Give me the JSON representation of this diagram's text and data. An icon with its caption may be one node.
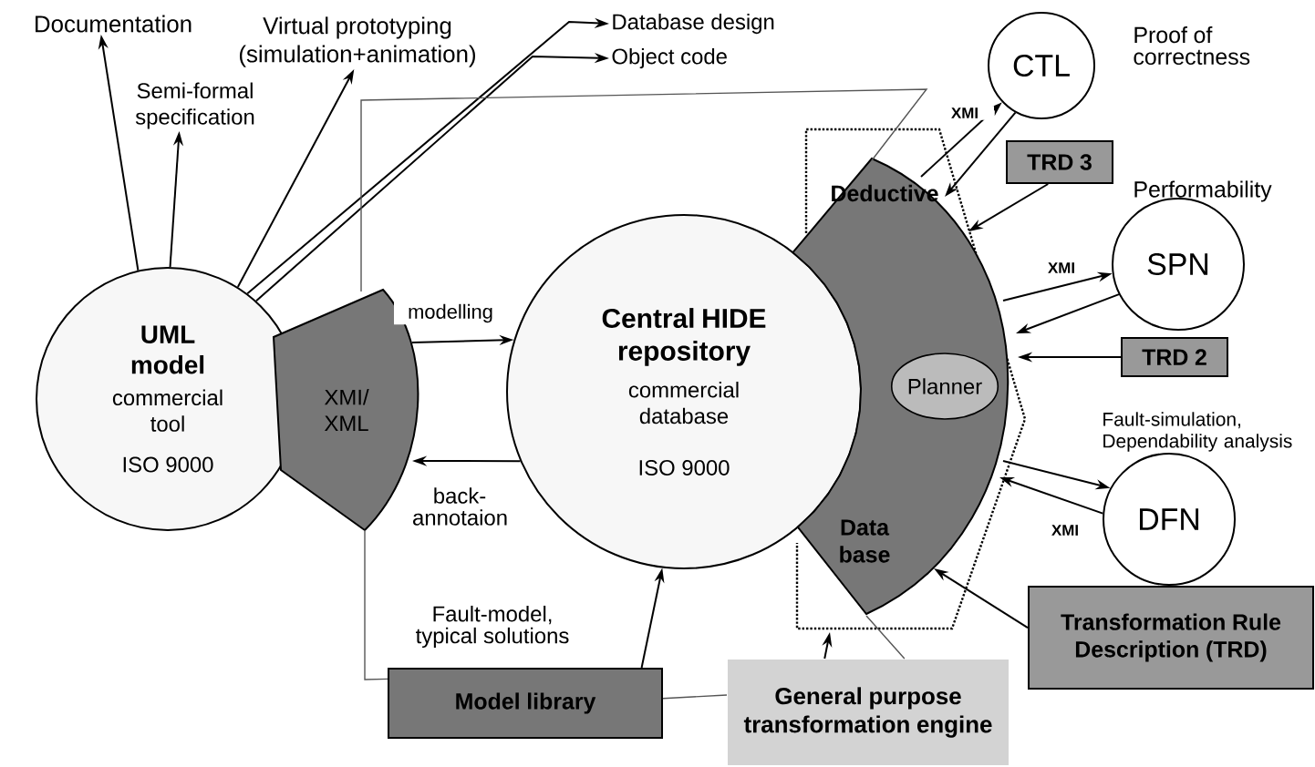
{
  "diagram": {
    "nodes": [
      {
        "text": [
          "UML model",
          "commercial tool",
          "ISO 9000"
        ]
      },
      {
        "text": [
          "XMI/ XML"
        ]
      },
      {
        "text": [
          "Central HIDE repository",
          "commercial database",
          "ISO 9000"
        ]
      },
      {
        "text": [],
        "shape": "box"
      },
      {
        "text": [
          "Deductive",
          "Data base"
        ],
        "in": 3
      },
      {
        "text": [
          "Planner"
        ],
        "in": 4
      },
      {
        "text": [
          "CTL"
        ],
        "beside": [
          "Proof of correctness"
        ]
      },
      {
        "text": [
          "TRD 3"
        ]
      },
      {
        "text": [
          "SPN"
        ],
        "beside": [
          "Performability"
        ]
      },
      {
        "text": [
          "TRD 2"
        ]
      },
      {
        "text": [
          "DFN"
        ],
        "beside": [
          "Fault-simulation, Dependability analysis"
        ]
      },
      {
        "text": [
          "Transformation Rule Description (TRD)"
        ]
      },
      {
        "text": [
          "Model library"
        ]
      },
      {
        "text": [
          "General purpose transformation engine"
        ]
      },
      {
        "text": [
          "Documentation"
        ]
      },
      {
        "text": [
          "Semi-formal specification"
        ]
      },
      {
        "text": [
          "Virtual prototyping (simulation+animation)"
        ]
      },
      {
        "text": [
          "Database design"
        ]
      },
      {
        "text": [
          "Object code"
        ]
      }
    ],
    "edges": [
      {
        "from": 0,
        "to": 14,
        "arrow": "to"
      },
      {
        "from": 0,
        "to": 15,
        "arrow": "to"
      },
      {
        "from": 0,
        "to": 16,
        "arrow": "to"
      },
      {
        "from": 0,
        "to": 17,
        "arrow": "to"
      },
      {
        "from": 0,
        "to": 18,
        "arrow": "to"
      },
      {
        "from": 1,
        "to": 2,
        "arrow": "to",
        "label": "modelling"
      },
      {
        "from": 2,
        "to": 1,
        "arrow": "to",
        "label": "back-annotaion"
      },
      {
        "from": 1,
        "to": 4,
        "arrow": "none",
        "color": "#555555"
      },
      {
        "from": 1,
        "to": 12,
        "arrow": "none",
        "color": "#555555"
      },
      {
        "from": 12,
        "to": 13,
        "arrow": "none",
        "color": "#555555"
      },
      {
        "from": 13,
        "to": 4,
        "arrow": "none",
        "color": "#555555"
      },
      {
        "from": 13,
        "to": 3,
        "arrow": "to"
      },
      {
        "from": 12,
        "to": 2,
        "arrow": "to",
        "label": "Fault-model, typical solutions"
      },
      {
        "from": 4,
        "to": 6,
        "arrow": "to",
        "label": "XMI"
      },
      {
        "from": 6,
        "to": 4,
        "arrow": "to"
      },
      {
        "from": 7,
        "to": 4,
        "arrow": "to"
      },
      {
        "from": 4,
        "to": 8,
        "arrow": "to",
        "label": "XMI"
      },
      {
        "from": 8,
        "to": 4,
        "arrow": "to"
      },
      {
        "from": 9,
        "to": 4,
        "arrow": "to"
      },
      {
        "from": 4,
        "to": 10,
        "arrow": "to"
      },
      {
        "from": 10,
        "to": 4,
        "arrow": "to",
        "label": "XMI"
      },
      {
        "from": 11,
        "to": 4,
        "arrow": "to"
      }
    ]
  }
}
